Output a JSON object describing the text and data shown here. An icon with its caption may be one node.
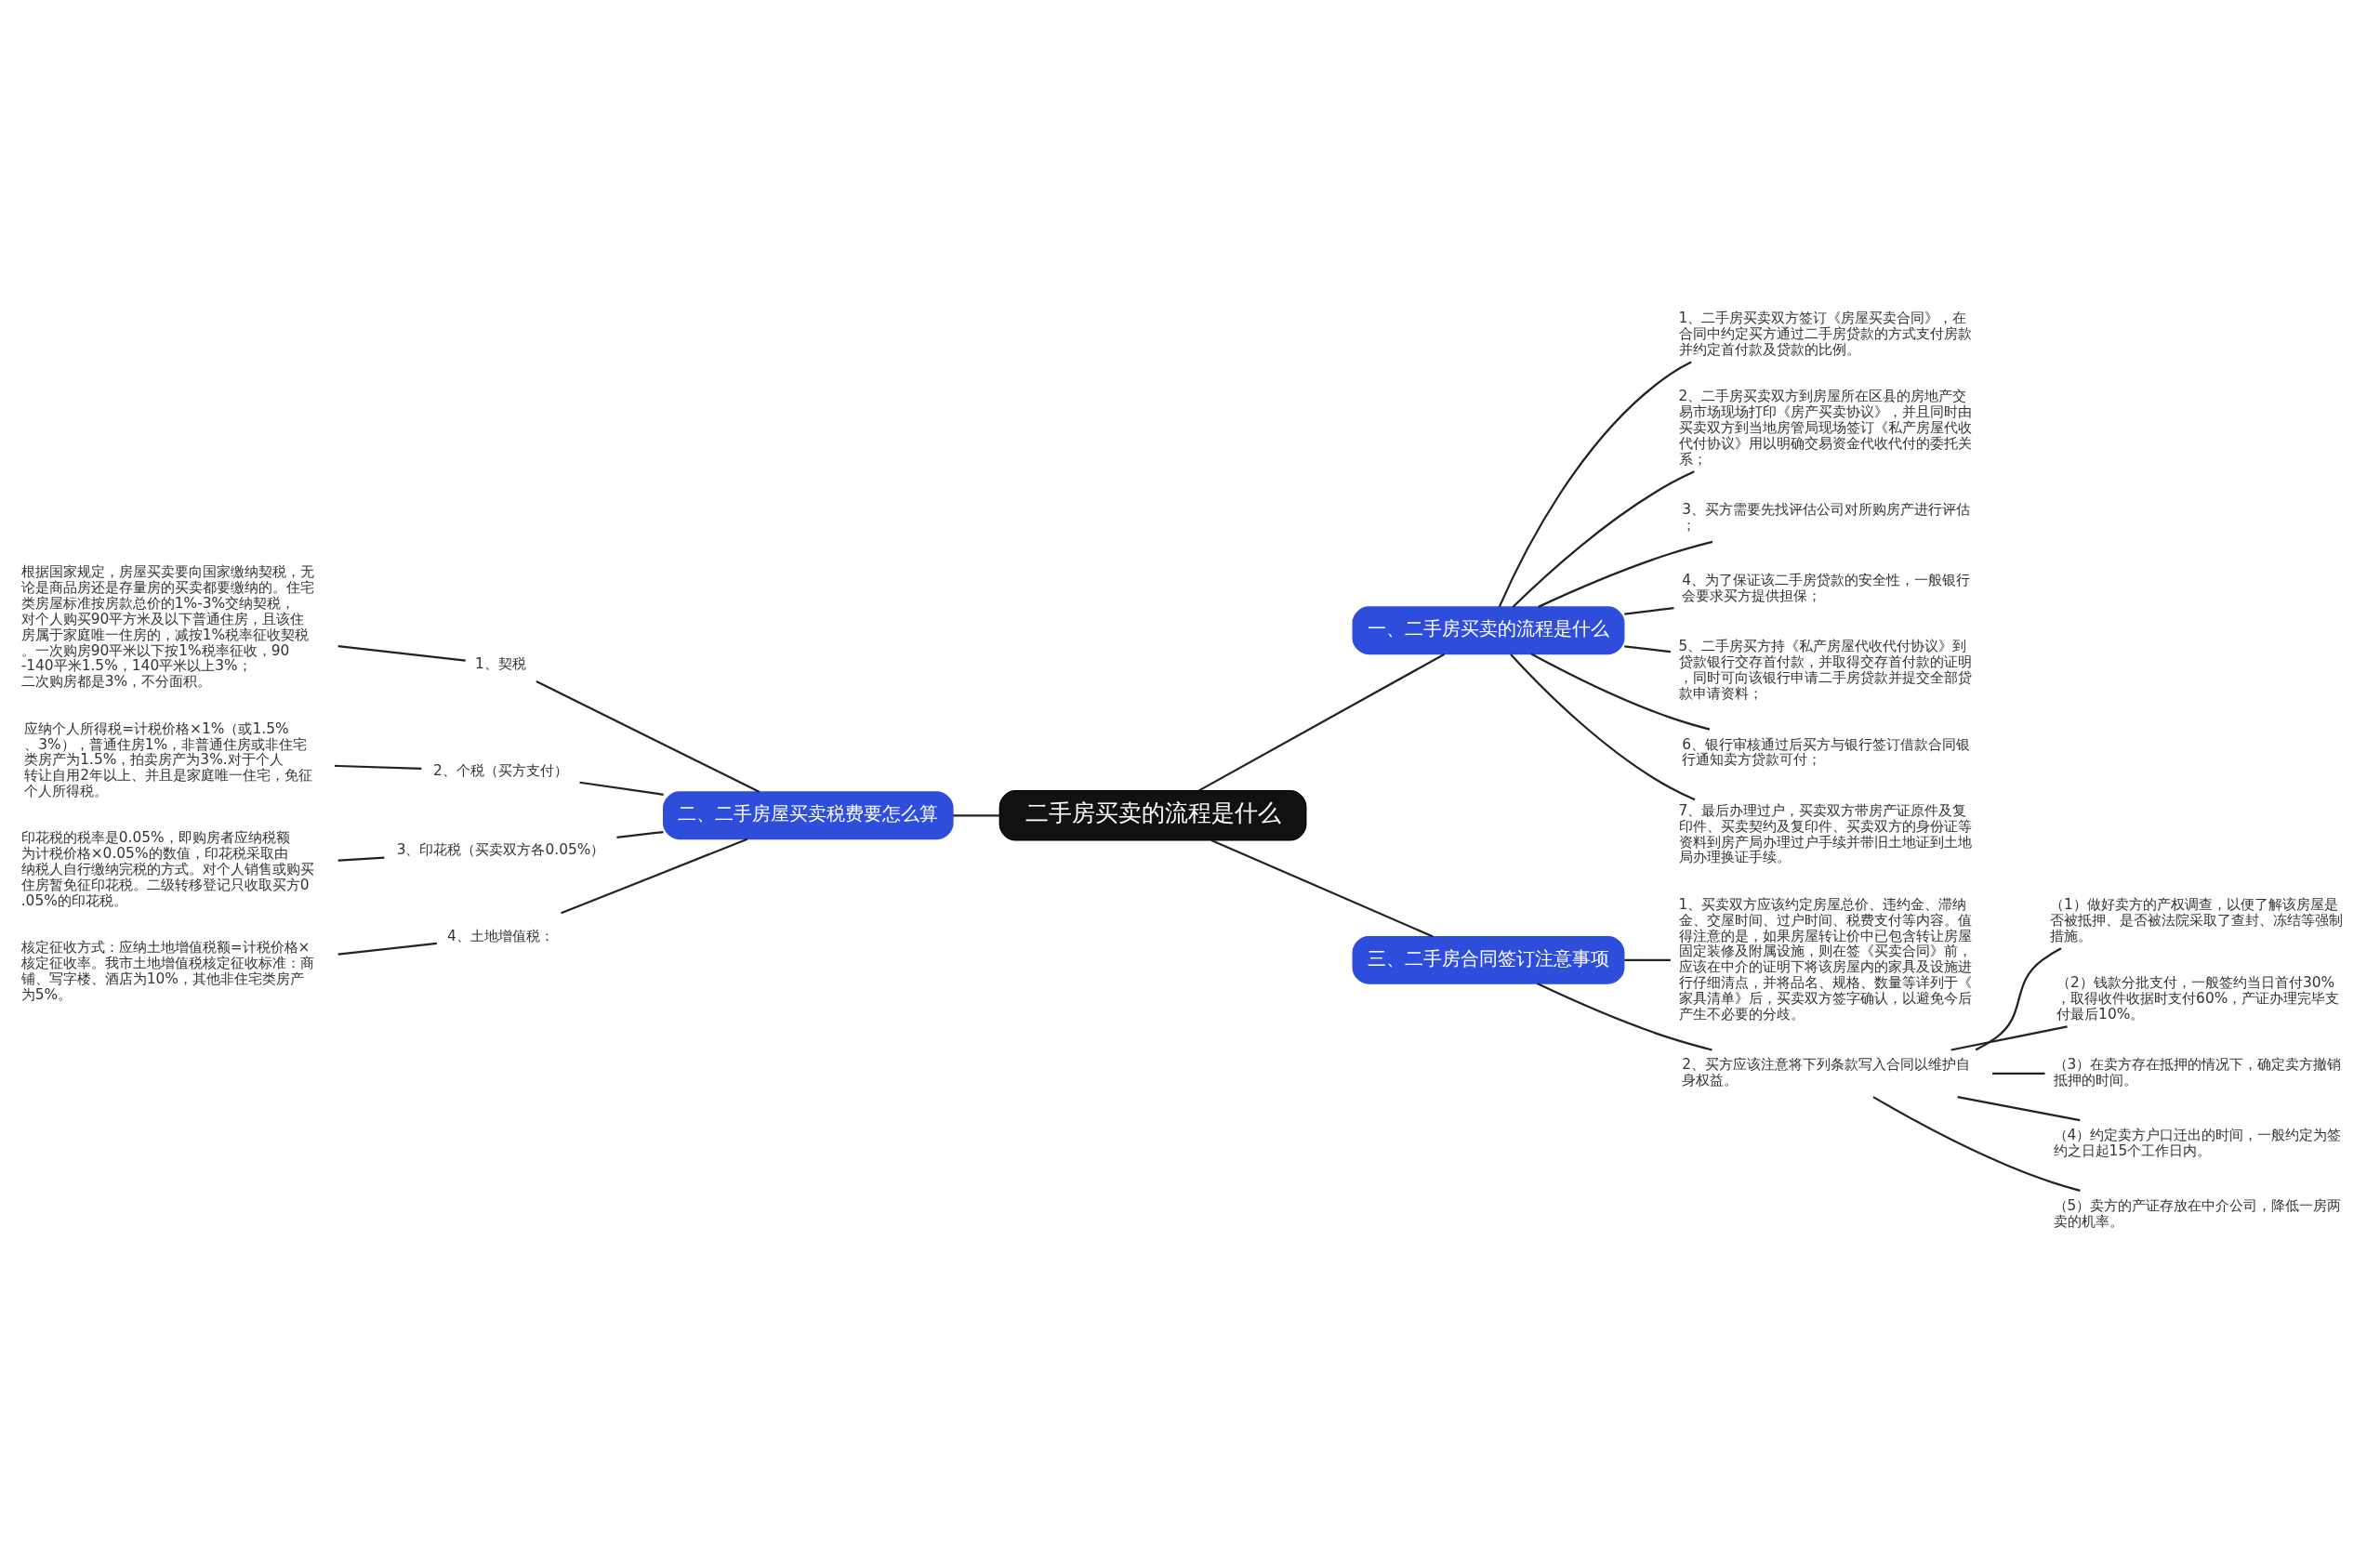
{
  "diagram": {
    "nodes": [
      {
        "text": [
          "二手房买卖的流程是什么"
        ]
      },
      {
        "text": [
          "一、二手房买卖的流程是什么"
        ]
      },
      {
        "text": [
          "1、二手房买卖双方签订《房屋买卖合同》，在合同中约定买方通过二手房贷款的方式支付房款并约定首付款及贷款的比例。"
        ]
      },
      {
        "text": [
          "2、二手房买卖双方到房屋所在区县的房地产交易市场现场打印《房产买卖协议》，并且同时由买卖双方到当地房管局现场签订《私产房屋代收代付协议》用以明确交易资金代收代付的委托关系；"
        ]
      },
      {
        "text": [
          "3、买方需要先找评估公司对所购房产进行评估；"
        ]
      },
      {
        "text": [
          "4、为了保证该二手房贷款的安全性，一般银行会要求买方提供担保；"
        ]
      },
      {
        "text": [
          "5、二手房买方持《私产房屋代收代付协议》到贷款银行交存首付款，并取得交存首付款的证明，同时可向该银行申请二手房贷款并提交全部贷款申请资料；"
        ]
      },
      {
        "text": [
          "6、银行审核通过后买方与银行签订借款合同银行通知卖方贷款可付；"
        ]
      },
      {
        "text": [
          "7、最后办理过户，买卖双方带房产证原件及复印件、买卖契约及复印件、买卖双方的身份证等资料到房产局办理过户手续并带旧土地证到土地局办理换证手续。"
        ]
      },
      {
        "text": [
          "二、二手房屋买卖税费要怎么算"
        ]
      },
      {
        "text": [
          "1、契税"
        ]
      },
      {
        "text": [
          "根据国家规定，房屋买卖要向国家缴纳契税，无论是商品房还是存量房的买卖都要缴纳的。住宅类房屋标准按房款总价的1%-3%交纳契税，对个人购买90平方米及以下普通住房，且该住房属于家庭唯一住房的，减按1%税率征收契税。一次购房90平米以下按1%税率征收，90-140平米1.5%，140平米以上3%；二次购房都是3%，不分面积。"
        ]
      },
      {
        "text": [
          "2、个税（买方支付）"
        ]
      },
      {
        "text": [
          "应纳个人所得税=计税价格×1%（或1.5%、3%），普通住房1%，非普通住房或非住宅类房产为1.5%，拍卖房产为3%.对于个人转让自用2年以上、并且是家庭唯一住宅，免征个人所得税。"
        ]
      },
      {
        "text": [
          "3、印花税（买卖双方各0.05%）"
        ]
      },
      {
        "text": [
          "印花税的税率是0.05%，即购房者应纳税额为计税价格×0.05%的数值，印花税采取由纳税人自行缴纳完税的方式。对个人销售或购买住房暂免征印花税。二级转移登记只收取买方0.05%的印花税。"
        ]
      },
      {
        "text": [
          "4、土地增值税："
        ]
      },
      {
        "text": [
          "核定征收方式：应纳土地增值税额=计税价格×核定征收率。我市土地增值税核定征收标准：商铺、写字楼、酒店为10%，其他非住宅类房产为5%。"
        ]
      },
      {
        "text": [
          "三、二手房合同签订注意事项"
        ]
      },
      {
        "text": [
          "1、买卖双方应该约定房屋总价、违约金、滞纳金、交屋时间、过户时间、税费支付等内容。值得注意的是，如果房屋转让价中已包含转让房屋固定装修及附属设施，则在签《买卖合同》前，应该在中介的证明下将该房屋内的家具及设施进行仔细清点，并将品名、规格、数量等详列于《家具清单》后，买卖双方签字确认，以避免今后产生不必要的分歧。"
        ]
      },
      {
        "text": [
          "2、买方应该注意将下列条款写入合同以维护自身权益。"
        ]
      },
      {
        "text": [
          "（1）做好卖方的产权调查，以便了解该房屋是否被抵押、是否被法院采取了查封、冻结等强制措施。"
        ]
      },
      {
        "text": [
          "（2）钱款分批支付，一般签约当日首付30%，取得收件收据时支付60%，产证办理完毕支付最后10%。"
        ]
      },
      {
        "text": [
          "（3）在卖方存在抵押的情况下，确定卖方撤销抵押的时间。"
        ]
      },
      {
        "text": [
          "（4）约定卖方户口迁出的时间，一般约定为签约之日起15个工作日内。"
        ]
      },
      {
        "text": [
          "（5）卖方的产证存放在中介公司，降低一房两卖的机率。"
        ]
      }
    ],
    "edges": [
      {
        "from": 0,
        "to": 1,
        "arrow": "none"
      },
      {
        "from": 1,
        "to": 2,
        "arrow": "none"
      },
      {
        "from": 1,
        "to": 3,
        "arrow": "none"
      },
      {
        "from": 1,
        "to": 4,
        "arrow": "none"
      },
      {
        "from": 1,
        "to": 5,
        "arrow": "none"
      },
      {
        "from": 1,
        "to": 6,
        "arrow": "none"
      },
      {
        "from": 1,
        "to": 7,
        "arrow": "none"
      },
      {
        "from": 1,
        "to": 8,
        "arrow": "none"
      },
      {
        "from": 0,
        "to": 9,
        "arrow": "none"
      },
      {
        "from": 9,
        "to": 10,
        "arrow": "none"
      },
      {
        "from": 10,
        "to": 11,
        "arrow": "none"
      },
      {
        "from": 9,
        "to": 12,
        "arrow": "none"
      },
      {
        "from": 12,
        "to": 13,
        "arrow": "none"
      },
      {
        "from": 9,
        "to": 14,
        "arrow": "none"
      },
      {
        "from": 14,
        "to": 15,
        "arrow": "none"
      },
      {
        "from": 9,
        "to": 16,
        "arrow": "none"
      },
      {
        "from": 16,
        "to": 17,
        "arrow": "none"
      },
      {
        "from": 0,
        "to": 18,
        "arrow": "none"
      },
      {
        "from": 18,
        "to": 19,
        "arrow": "none"
      },
      {
        "from": 18,
        "to": 20,
        "arrow": "none"
      },
      {
        "from": 20,
        "to": 21,
        "arrow": "none"
      },
      {
        "from": 20,
        "to": 22,
        "arrow": "none"
      },
      {
        "from": 20,
        "to": 23,
        "arrow": "none"
      },
      {
        "from": 20,
        "to": 24,
        "arrow": "none"
      },
      {
        "from": 20,
        "to": 25,
        "arrow": "none"
      }
    ]
  }
}
